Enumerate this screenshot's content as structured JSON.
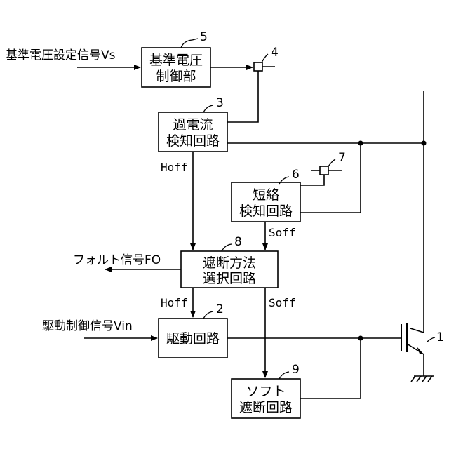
{
  "signals": {
    "vs_input": "基準電圧設定信号Vs",
    "vin_input": "駆動制御信号Vin",
    "fault_output": "フォルト信号FO",
    "hoff_top": "Hoff",
    "soff_top": "Soff",
    "hoff_bottom": "Hoff",
    "soff_bottom": "Soff"
  },
  "blocks": {
    "ref_voltage_ctrl": {
      "ref": "5",
      "line1": "基準電圧",
      "line2": "制御部"
    },
    "overcurrent": {
      "ref": "3",
      "line1": "過電流",
      "line2": "検知回路"
    },
    "short_circuit": {
      "ref": "6",
      "line1": "短絡",
      "line2": "検知回路"
    },
    "shutdown_select": {
      "ref": "8",
      "line1": "遮断方法",
      "line2": "選択回路"
    },
    "drive": {
      "ref": "2",
      "line1": "駆動回路"
    },
    "soft_shutdown": {
      "ref": "9",
      "line1": "ソフト",
      "line2": "遮断回路"
    }
  },
  "components": {
    "comparator_4": {
      "ref": "4"
    },
    "comparator_7": {
      "ref": "7"
    },
    "transistor": {
      "ref": "1"
    }
  },
  "colors": {
    "line": "#000000",
    "background": "#ffffff"
  }
}
